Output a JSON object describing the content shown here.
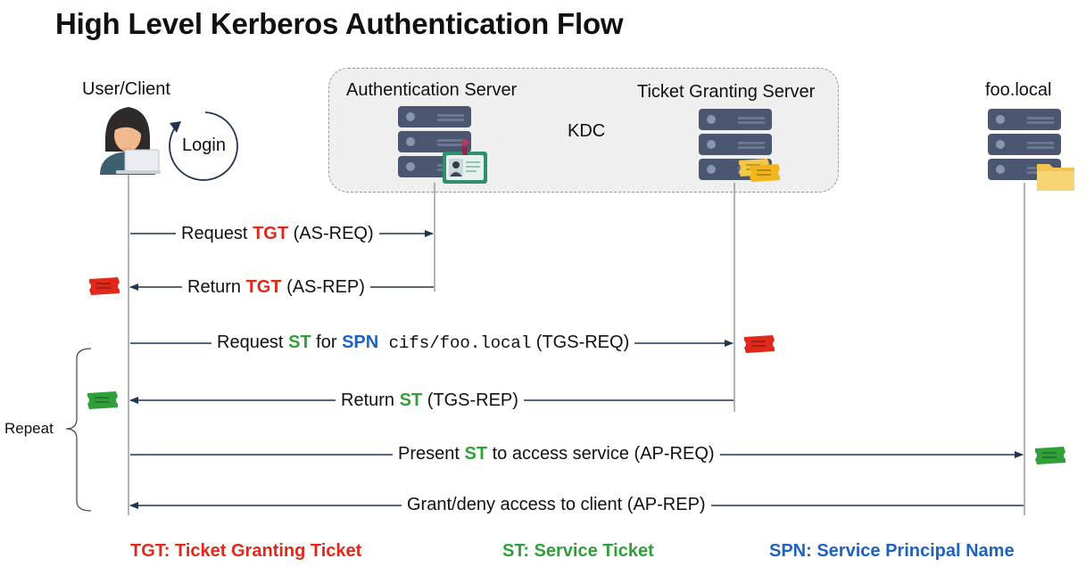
{
  "title": "High Level Kerberos Authentication Flow",
  "actors": {
    "client": "User/Client",
    "login": "Login",
    "as": "Authentication Server",
    "kdc": "KDC",
    "tgs": "Ticket Granting Server",
    "service": "foo.local"
  },
  "repeat_label": "Repeat",
  "messages": {
    "m1": {
      "pre": "Request ",
      "key": "TGT",
      "post": " (AS-REQ)"
    },
    "m2": {
      "pre": "Return ",
      "key": "TGT",
      "post": " (AS-REP)"
    },
    "m3": {
      "pre": "Request ",
      "key": "ST",
      "mid": " for ",
      "key2": "SPN",
      "code": " cifs/foo.local",
      "post": " (TGS-REQ)"
    },
    "m4": {
      "pre": "Return ",
      "key": "ST",
      "post": " (TGS-REP)"
    },
    "m5": {
      "pre": "Present ",
      "key": "ST",
      "post": " to access service (AP-REQ)"
    },
    "m6": {
      "text": "Grant/deny access to client (AP-REP)"
    }
  },
  "legend": {
    "tgt": "TGT: Ticket Granting Ticket",
    "st": "ST: Service Ticket",
    "spn": "SPN: Service Principal Name"
  },
  "colors": {
    "tgt": "#e0281b",
    "st": "#31a03b",
    "spn": "#1e63c0",
    "server": "#4b5670",
    "arrow": "#1f3550"
  }
}
